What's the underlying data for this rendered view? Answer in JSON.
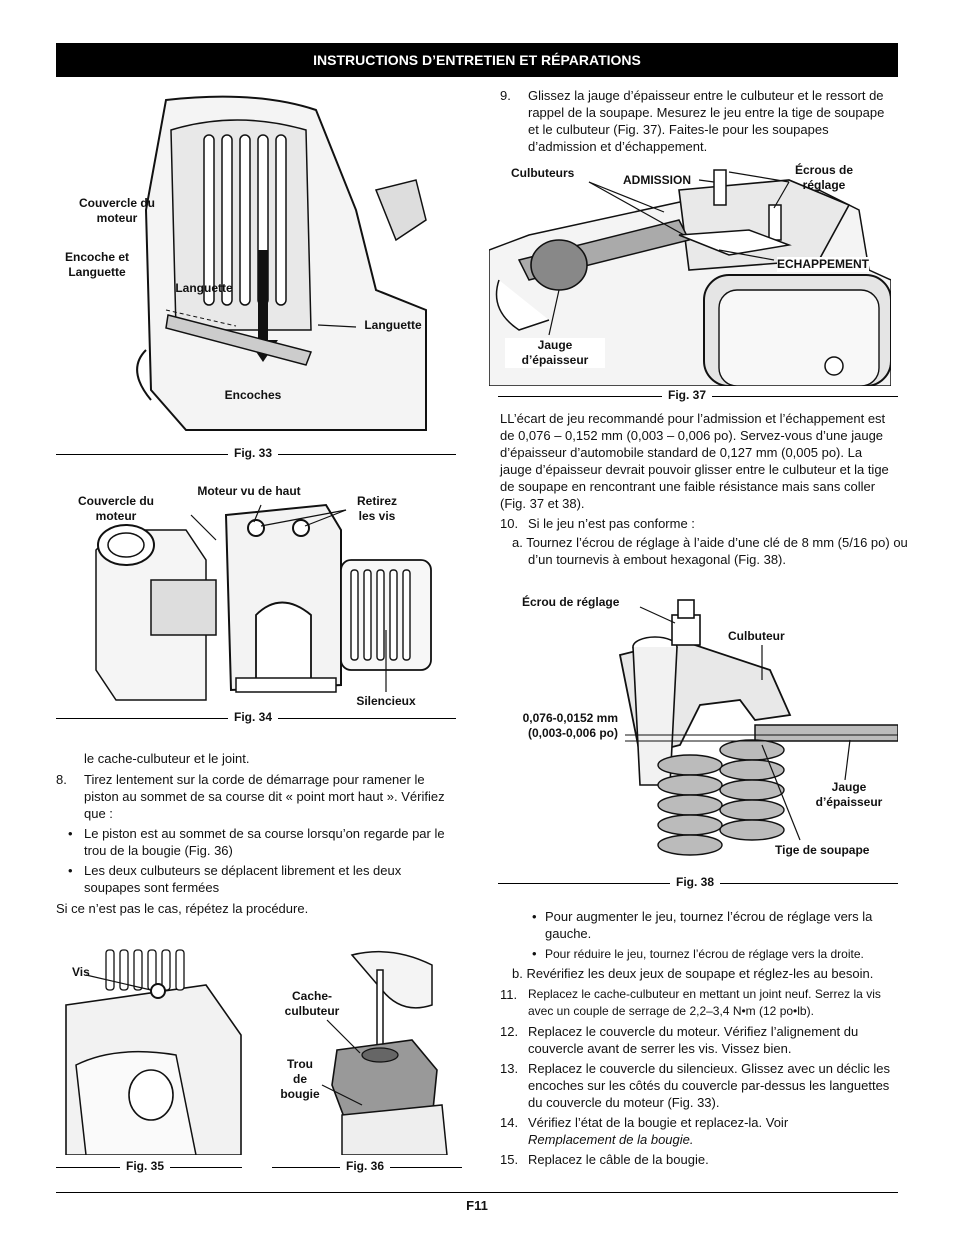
{
  "header": {
    "title": "INSTRUCTIONS D’ENTRETIEN ET RÉPARATIONS"
  },
  "fig33": {
    "caption": "Fig. 33",
    "labels": {
      "couvercle": "Couvercle du\nmoteur",
      "encoche": "Encoche et\nLanguette",
      "languette1": "Languette",
      "languette2": "Languette",
      "encoches": "Encoches"
    }
  },
  "fig34": {
    "caption": "Fig. 34",
    "labels": {
      "couvercle": "Couvercle du\nmoteur",
      "moteur_haut": "Moteur vu de haut",
      "retirez": "Retirez\nles vis",
      "silencieux": "Silencieux"
    }
  },
  "left_text": {
    "p1": "le cache-culbuteur et le joint.",
    "step8_num": "8.",
    "step8": "Tirez lentement sur la corde de démarrage pour ramener le piston au sommet de sa course dit « point mort haut ». Vérifiez que :",
    "b1": "Le piston est au sommet de sa course lorsqu’on regarde par le trou de la bougie (Fig. 36)",
    "b2": "Les deux culbuteurs se déplacent librement et les deux soupapes sont fermées",
    "p_end": "Si ce n’est pas le cas, répétez la procédure."
  },
  "fig35": {
    "caption": "Fig. 35",
    "labels": {
      "vis": "Vis"
    }
  },
  "fig36": {
    "caption": "Fig. 36",
    "labels": {
      "cache": "Cache-\nculbuteur",
      "trou": "Trou\nde\nbougie"
    }
  },
  "right_text": {
    "step9_num": "9.",
    "step9": "Glissez la jauge d’épaisseur entre le culbuteur et le ressort de rappel de la soupape. Mesurez le jeu entre la tige de soupape et le culbuteur (Fig. 37). Faites-le pour les soupapes d’admission et d’échappement.",
    "para": "LL’écart de jeu recommandé pour l’admission et l’échappement est de 0,076 – 0,152 mm (0,003 – 0,006 po). Servez-vous d’une jauge d’épaisseur d’automobile standard de 0,127 mm (0,005 po). La jauge d’épaisseur devrait pouvoir glisser entre le culbuteur et la tige de soupape en rencontrant une faible résistance mais sans coller (Fig. 37 et 38).",
    "step10_num": "10.",
    "step10": "Si le jeu n’est pas conforme :",
    "step10a": "a.  Tournez l’écrou de réglage à l’aide d’une clé de 8 mm (5/16 po) ou d’un tournevis à embout hexagonal (Fig. 38).",
    "b_aug": "Pour augmenter le jeu, tournez l’écrou de réglage vers la gauche.",
    "b_red": "Pour réduire le jeu, tournez l’écrou de réglage vers la droite.",
    "step10b": "b.  Revérifiez les deux jeux de soupape et réglez-les au besoin.",
    "step11_num": "11.",
    "step11": "Replacez le cache-culbuteur en mettant un joint neuf. Serrez la vis avec un couple de serrage de 2,2–3,4 N•m (12 po•lb).",
    "step12_num": "12.",
    "step12": "Replacez le couvercle du moteur. Vérifiez l’alignement du couvercle avant de serrer les vis. Vissez bien.",
    "step13_num": "13.",
    "step13": "Replacez le couvercle du silencieux. Glissez avec un déclic les encoches sur les côtés du couvercle par-dessus les languettes du couvercle du moteur (Fig. 33).",
    "step14_num": "14.",
    "step14_a": "Vérifiez l’état de la bougie et replacez-la. Voir ",
    "step14_b": "Remplacement de la bougie.",
    "step15_num": "15.",
    "step15": "Replacez le câble de la bougie."
  },
  "fig37": {
    "caption": "Fig. 37",
    "labels": {
      "culbuteurs": "Culbuteurs",
      "admission": "ADMISSION",
      "ecrous": "Écrous de\nréglage",
      "echappement": "ECHAPPEMENT",
      "jauge": "Jauge\nd’épaisseur"
    }
  },
  "fig38": {
    "caption": "Fig. 38",
    "labels": {
      "ecrou": "Écrou de réglage",
      "culbuteur": "Culbuteur",
      "jeu": "0,076-0,0152 mm\n(0,003-0,006 po)",
      "jauge": "Jauge\nd’épaisseur",
      "tige": "Tige de soupape"
    }
  },
  "footer": {
    "page": "F11"
  }
}
